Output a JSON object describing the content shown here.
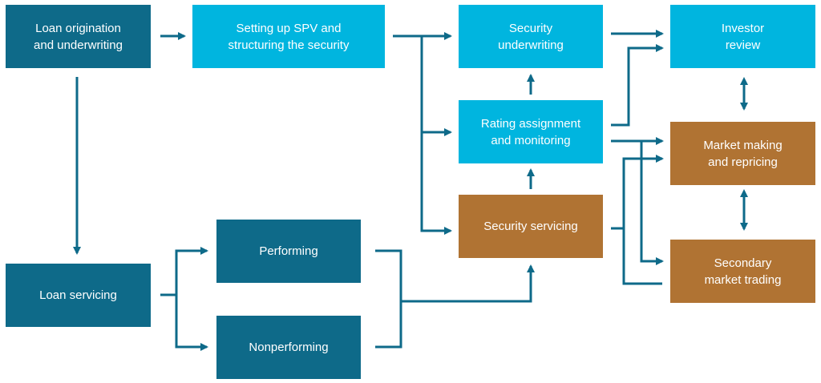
{
  "colors": {
    "dark_teal": "#0e6a89",
    "light_blue": "#00b5df",
    "brown": "#b07333",
    "arrow": "#0e6a89",
    "text": "#ffffff"
  },
  "nodes": {
    "loan_origination": "Loan origination\nand underwriting",
    "spv_structuring": "Setting up SPV and\nstructuring the security",
    "security_underwriting": "Security\nunderwriting",
    "investor_review": "Investor\nreview",
    "rating_assignment": "Rating assignment\nand monitoring",
    "market_making": "Market making\nand repricing",
    "security_servicing": "Security servicing",
    "secondary_market": "Secondary\nmarket trading",
    "loan_servicing": "Loan servicing",
    "performing": "Performing",
    "nonperforming": "Nonperforming"
  }
}
